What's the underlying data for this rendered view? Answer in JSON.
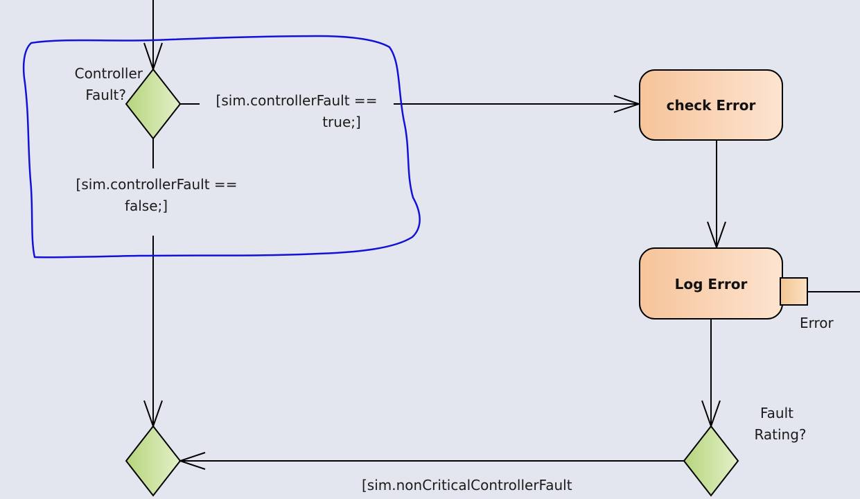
{
  "diagram": {
    "decision_controller": {
      "label_line1": "Controller",
      "label_line2": "Fault?"
    },
    "guard_true": {
      "line1": "[sim.controllerFault ==",
      "line2": "true;]"
    },
    "guard_false": {
      "line1": "[sim.controllerFault ==",
      "line2": "false;]"
    },
    "action_check": {
      "label": "check Error"
    },
    "action_log": {
      "label": "Log Error"
    },
    "pin_error": {
      "label": "Error"
    },
    "decision_rating": {
      "label_line1": "Fault",
      "label_line2": "Rating?"
    },
    "guard_noncritical": {
      "line1": "[sim.nonCriticalControllerFault"
    }
  },
  "colors": {
    "background": "#e3e6ee",
    "action_fill_start": "#f7c9a0",
    "action_fill_end": "#fde3cf",
    "decision_fill_start": "#b8d780",
    "decision_fill_end": "#e3f0c8",
    "annotation_stroke": "#1010d8",
    "edge_stroke": "#000000"
  }
}
